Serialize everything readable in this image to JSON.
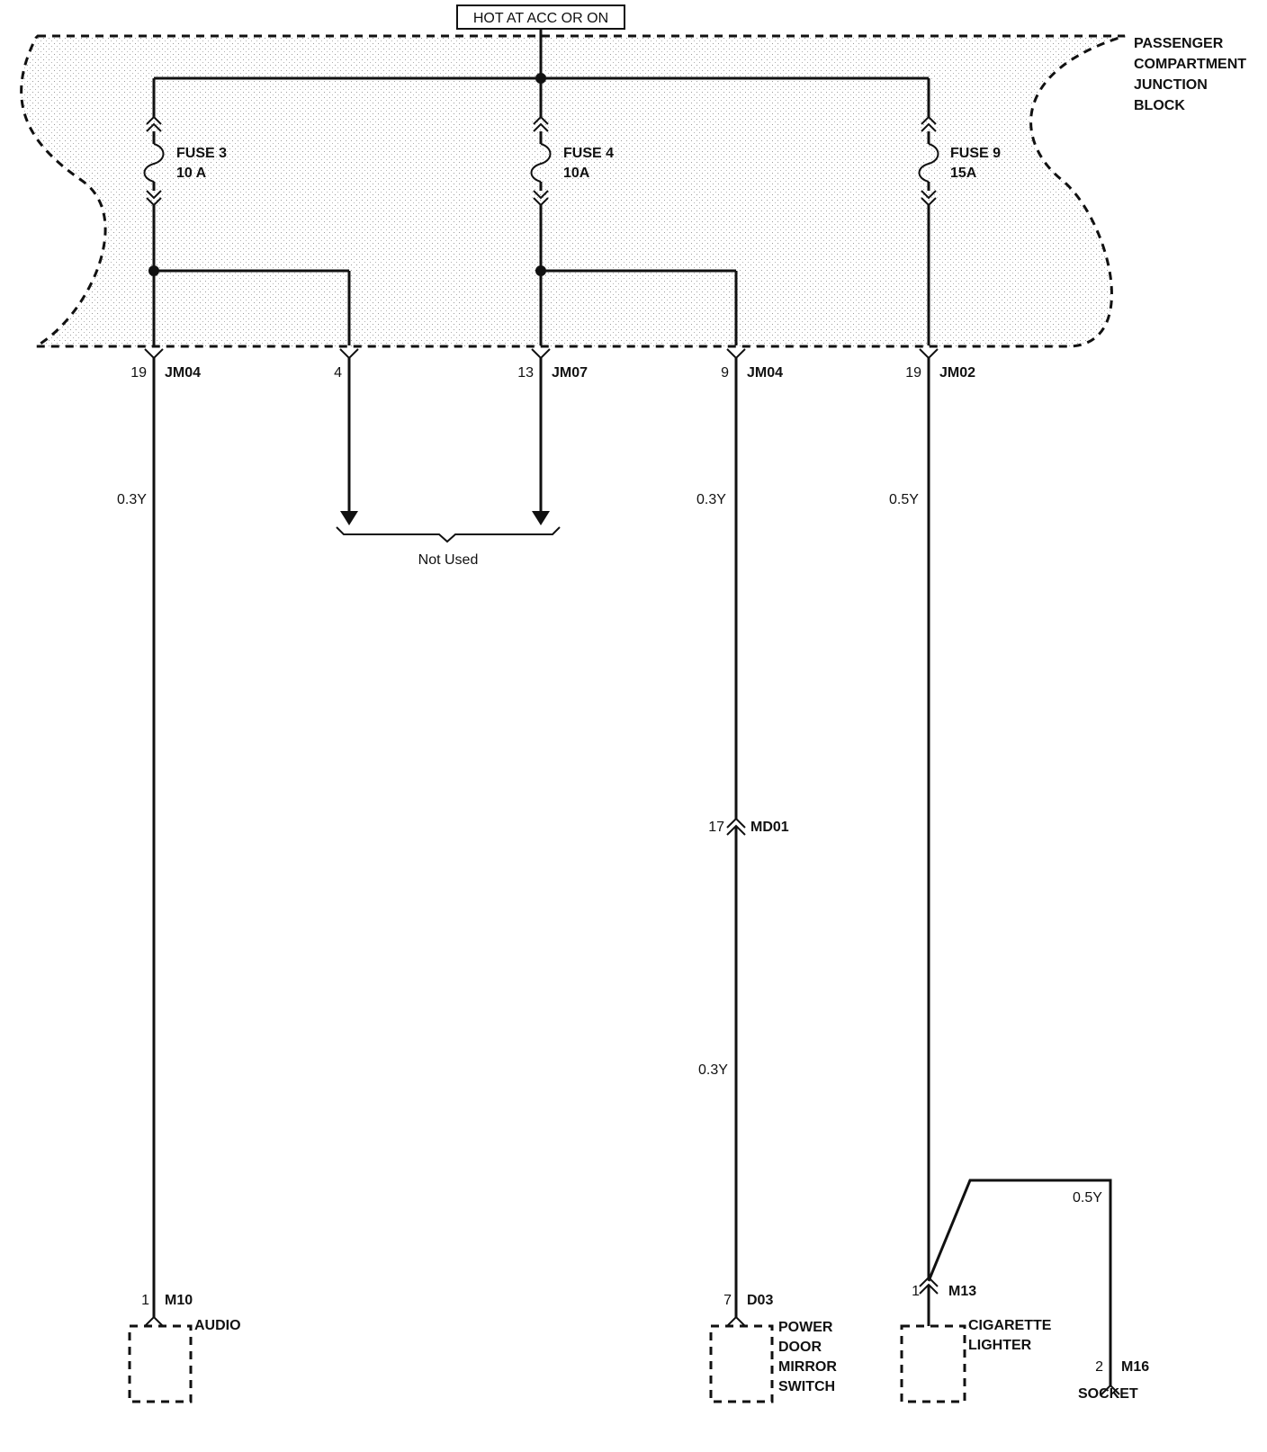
{
  "power_source": "HOT AT ACC OR ON",
  "junction_block": {
    "label_lines": [
      "PASSENGER",
      "COMPARTMENT",
      "JUNCTION",
      "BLOCK"
    ]
  },
  "fuses": [
    {
      "name": "FUSE 3",
      "rating": "10 A"
    },
    {
      "name": "FUSE 4",
      "rating": "10A"
    },
    {
      "name": "FUSE 9",
      "rating": "15A"
    }
  ],
  "connectors": [
    {
      "pin": "19",
      "id": "JM04"
    },
    {
      "pin": "4",
      "id": ""
    },
    {
      "pin": "13",
      "id": "JM07"
    },
    {
      "pin": "9",
      "id": "JM04"
    },
    {
      "pin": "19",
      "id": "JM02"
    },
    {
      "pin": "17",
      "id": "MD01"
    },
    {
      "pin": "1",
      "id": "M10"
    },
    {
      "pin": "7",
      "id": "D03"
    },
    {
      "pin": "1",
      "id": "M13"
    },
    {
      "pin": "2",
      "id": "M16"
    }
  ],
  "wires": {
    "audio": "0.3Y",
    "mirror_upper": "0.3Y",
    "mirror_lower": "0.3Y",
    "lighter": "0.5Y",
    "socket": "0.5Y"
  },
  "not_used": "Not Used",
  "components": {
    "audio": [
      "AUDIO"
    ],
    "mirror": [
      "POWER",
      "DOOR",
      "MIRROR",
      "SWITCH"
    ],
    "lighter": [
      "CIGARETTE",
      "LIGHTER"
    ],
    "socket": [
      "SOCKET"
    ]
  }
}
